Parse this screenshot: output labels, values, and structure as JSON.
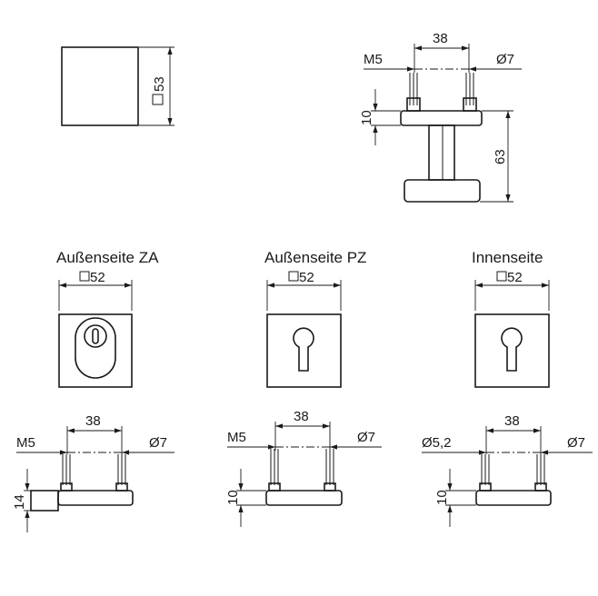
{
  "top_view": {
    "square_label": "53"
  },
  "top_side": {
    "spacing": "38",
    "thread": "M5",
    "pin": "Ø7",
    "plate": "10",
    "height": "63"
  },
  "panels": [
    {
      "title": "Außenseite ZA",
      "square_label": "52"
    },
    {
      "title": "Außenseite PZ",
      "square_label": "52"
    },
    {
      "title": "Innenseite",
      "square_label": "52"
    }
  ],
  "bottom": [
    {
      "spacing": "38",
      "left_label": "M5",
      "right_label": "Ø7",
      "height": "14"
    },
    {
      "spacing": "38",
      "left_label": "M5",
      "right_label": "Ø7",
      "height": "10"
    },
    {
      "spacing": "38",
      "left_label": "Ø5,2",
      "right_label": "Ø7",
      "height": "10"
    }
  ]
}
